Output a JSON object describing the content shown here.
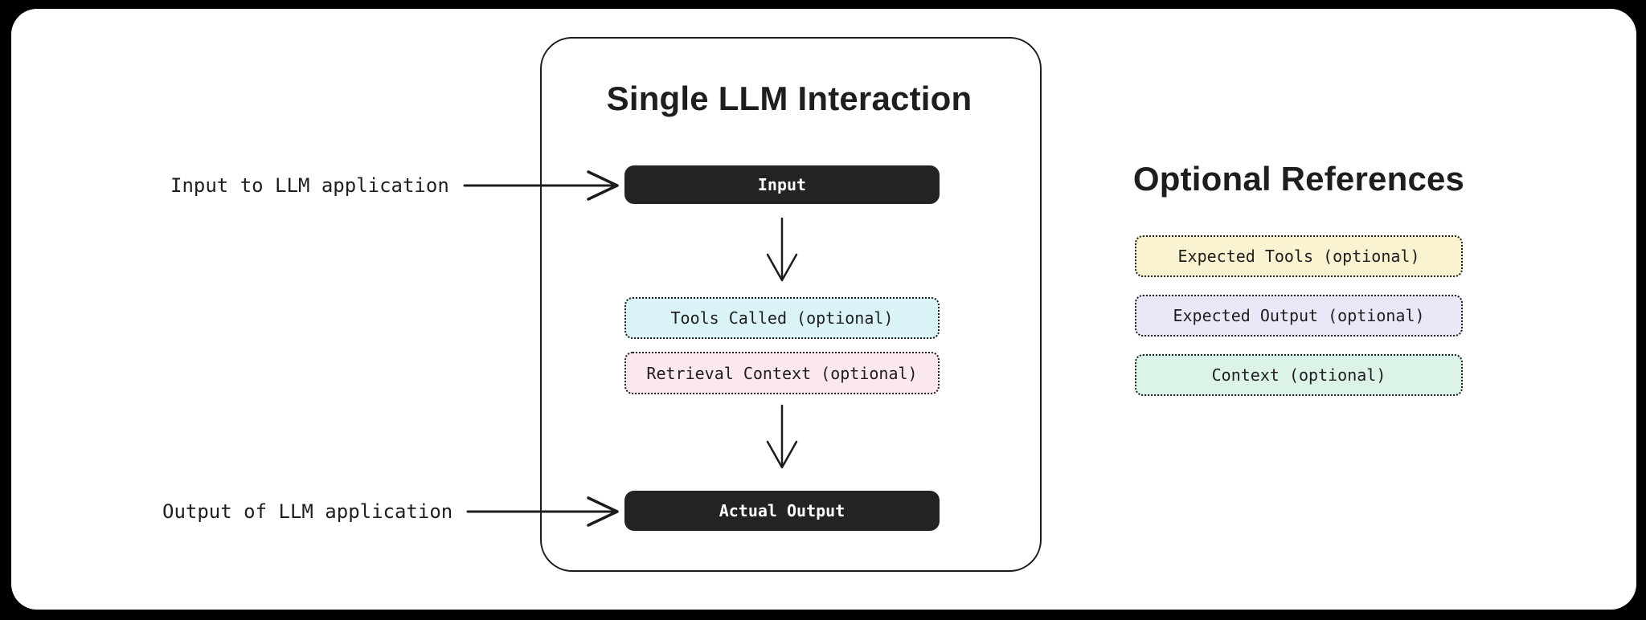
{
  "diagram": {
    "title": "Single LLM Interaction",
    "nodes": [
      {
        "id": "input",
        "label": "Input",
        "style": "solid",
        "bg": "#232323",
        "text_color": "#ffffff"
      },
      {
        "id": "tools_called",
        "label": "Tools Called (optional)",
        "style": "dotted",
        "bg": "#d9f3f7",
        "text_color": "#1e1e1e"
      },
      {
        "id": "retrieval_context",
        "label": "Retrieval Context (optional)",
        "style": "dotted",
        "bg": "#fbe7ee",
        "text_color": "#1e1e1e"
      },
      {
        "id": "actual_output",
        "label": "Actual Output",
        "style": "solid",
        "bg": "#232323",
        "text_color": "#ffffff"
      }
    ]
  },
  "annotations": {
    "input_label": "Input to LLM application",
    "output_label": "Output of LLM application"
  },
  "references": {
    "title": "Optional References",
    "items": [
      {
        "id": "expected_tools",
        "label": "Expected Tools (optional)",
        "bg": "#faf3d2"
      },
      {
        "id": "expected_output",
        "label": "Expected Output (optional)",
        "bg": "#eae7f9"
      },
      {
        "id": "context",
        "label": "Context (optional)",
        "bg": "#dcf4e8"
      }
    ]
  },
  "icons": {
    "arrow_right": "arrow-right-icon",
    "arrow_down": "arrow-down-icon"
  },
  "colors": {
    "page_background": "#000000",
    "card_background": "#ffffff",
    "ink": "#1e1e1e",
    "dark_node_bg": "#232323",
    "dark_node_text": "#ffffff"
  }
}
